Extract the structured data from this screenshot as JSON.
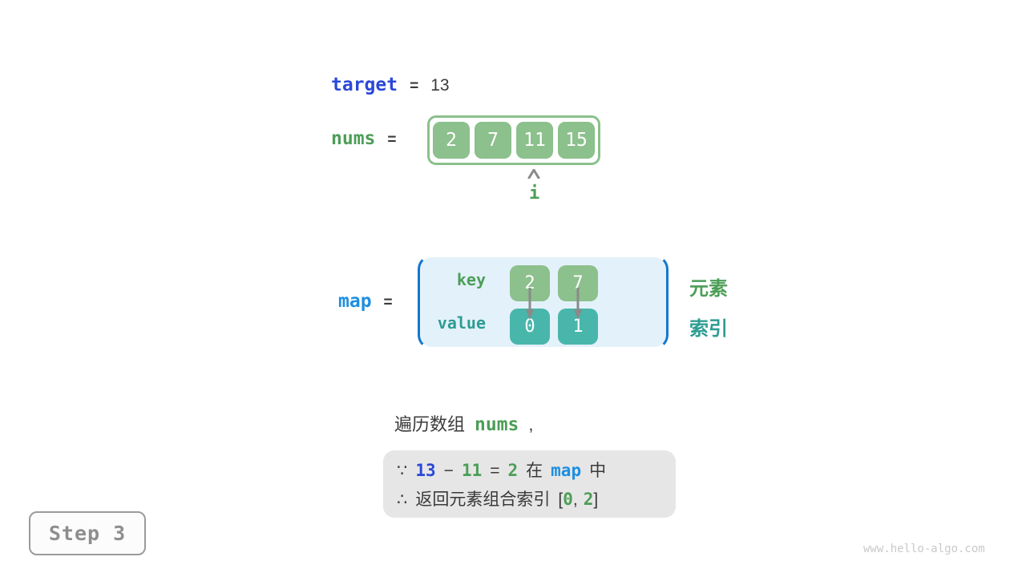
{
  "header": {
    "target_label": "target",
    "target_equals": "=",
    "target_value": "13"
  },
  "nums": {
    "label": "nums",
    "equals": "=",
    "cells": [
      "2",
      "7",
      "11",
      "15"
    ],
    "pointer_label": "i",
    "pointer_index": 2
  },
  "map": {
    "label": "map",
    "equals": "=",
    "key_label": "key",
    "value_label": "value",
    "keys": [
      "2",
      "7"
    ],
    "values": [
      "0",
      "1"
    ],
    "element_label": "元素",
    "index_label": "索引"
  },
  "caption": {
    "prefix": "遍历数组",
    "code": "nums",
    "comma": ","
  },
  "conclusion": {
    "line1": {
      "because": "∵",
      "target": "13",
      "minus": "−",
      "num": "11",
      "equals": "=",
      "result": "2",
      "in": "在",
      "map": "map",
      "within": "中"
    },
    "line2": {
      "therefore": "∴",
      "text": "返回元素组合索引",
      "open": "[",
      "first": "0",
      "comma": ",",
      "second": "2",
      "close": "]"
    }
  },
  "step": {
    "label": "Step 3"
  },
  "watermark": "www.hello-algo.com",
  "icons": {
    "pointer_caret": "caret-up-icon",
    "map_arrows": "arrow-down-icon"
  },
  "colors": {
    "royal_blue": "#2b48d8",
    "code_blue": "#1e8fe0",
    "bracket_blue": "#1377ce",
    "map_background": "#e3f1fa",
    "green_cell": "#8cc08c",
    "green_label": "#4c9e57",
    "teal_cell": "#49b6ab",
    "teal_label": "#2e9c92",
    "gray_box": "#e6e6e6",
    "text_dark": "#3a3a3a",
    "arrow_gray": "#8a8a8a",
    "step_gray": "#8e8e8e",
    "watermark_gray": "#c9c9c9"
  }
}
